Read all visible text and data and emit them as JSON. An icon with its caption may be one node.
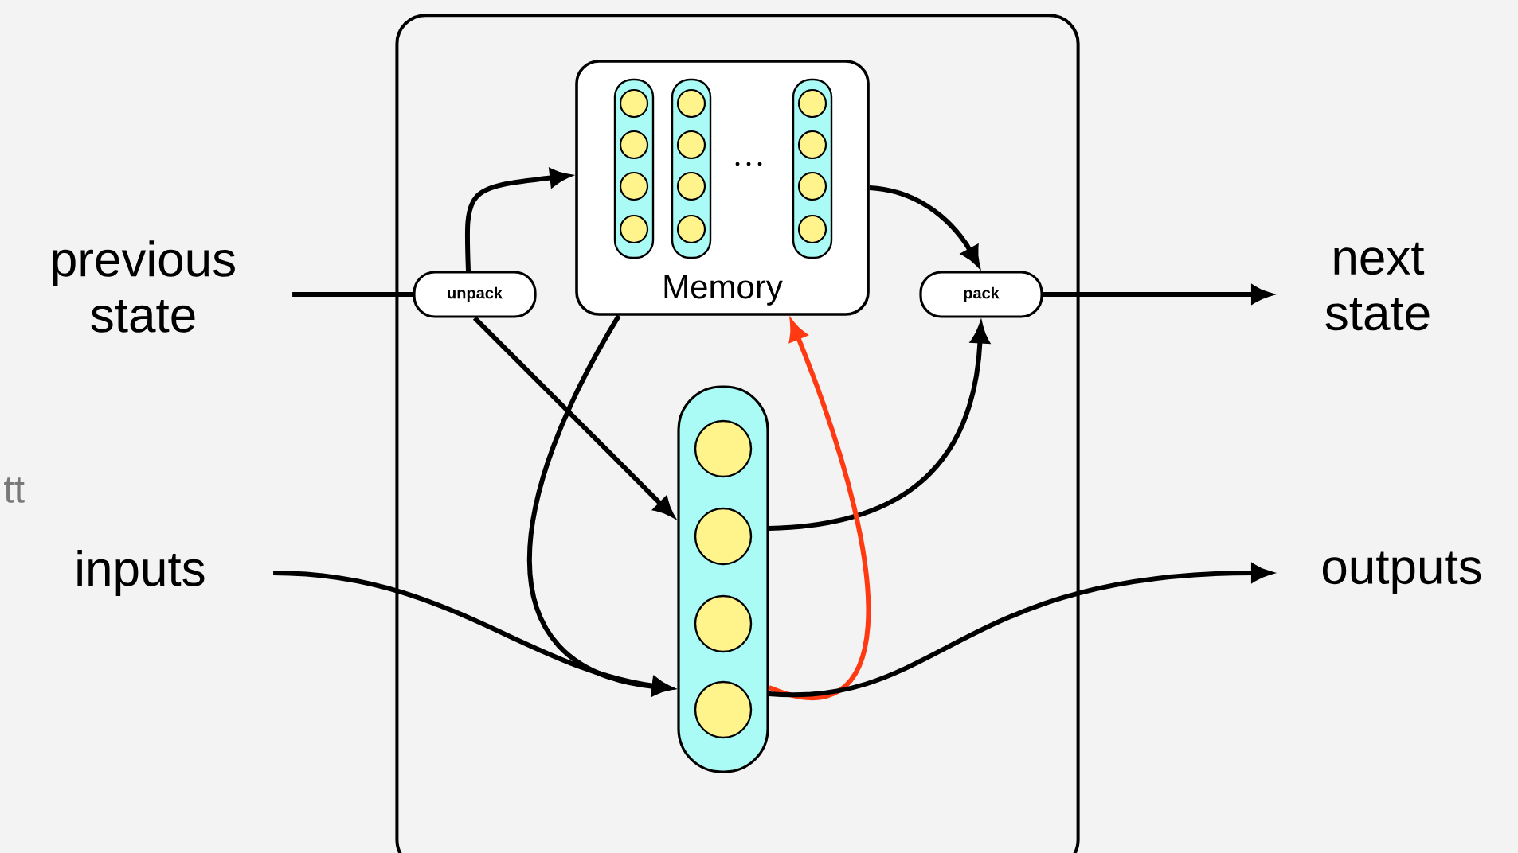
{
  "diagram": {
    "nodes": [
      {
        "text": [],
        "shape": "box"
      },
      {
        "text": [
          "previous state"
        ]
      },
      {
        "text": [
          "inputs"
        ]
      },
      {
        "text": [
          "unpack"
        ],
        "in": 0
      },
      {
        "text": [
          "Memory"
        ],
        "in": 0
      },
      {
        "text": [
          "pack"
        ],
        "in": 0
      },
      {
        "text": [],
        "shape": "bar",
        "in": 0
      },
      {
        "text": [
          "next state"
        ]
      },
      {
        "text": [
          "outputs"
        ]
      }
    ],
    "edges": [
      {
        "from": 1,
        "to": 3,
        "arrow": "none"
      },
      {
        "from": 3,
        "to": 4,
        "arrow": "to"
      },
      {
        "from": 3,
        "to": 6,
        "arrow": "to"
      },
      {
        "from": 4,
        "to": 6,
        "arrow": "to"
      },
      {
        "from": 2,
        "to": 6,
        "arrow": "to"
      },
      {
        "from": 4,
        "to": 5,
        "arrow": "to"
      },
      {
        "from": 6,
        "to": 5,
        "arrow": "to"
      },
      {
        "from": 6,
        "to": 4,
        "arrow": "to",
        "color": "#ff3a12"
      },
      {
        "from": 5,
        "to": 7,
        "arrow": "to"
      },
      {
        "from": 6,
        "to": 8,
        "arrow": "to"
      }
    ],
    "labels": [
      "tt"
    ]
  }
}
